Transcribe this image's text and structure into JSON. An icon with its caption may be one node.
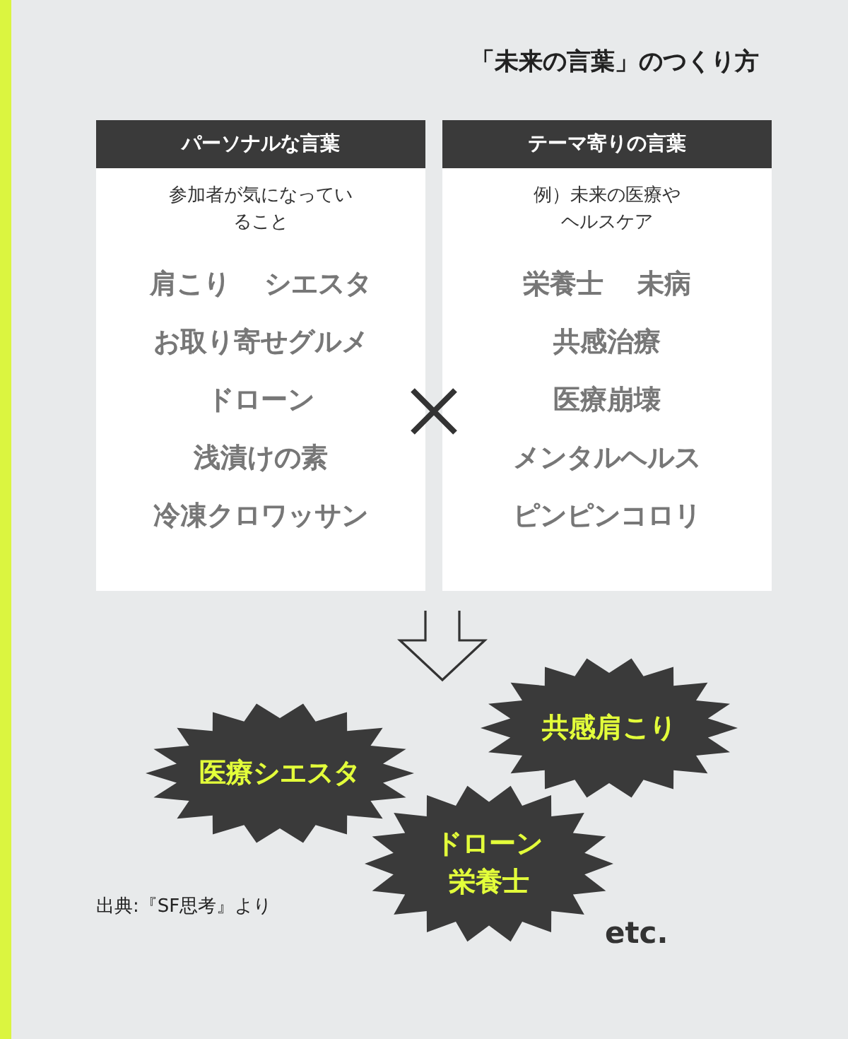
{
  "diagram": {
    "title": "「未来の言葉」のつくり方",
    "nodes": [
      {
        "text": [
          "パーソナルな言葉",
          "参加者が気になっていること",
          "肩こり",
          "シエスタ",
          "お取り寄せグルメ",
          "ドローン",
          "浅漬けの素",
          "冷凍クロワッサン"
        ]
      },
      {
        "text": [
          "テーマ寄りの言葉",
          "例）未来の医療やヘルスケア",
          "栄養士",
          "未病",
          "共感治療",
          "医療崩壊",
          "メンタルヘルス",
          "ピンピンコロリ"
        ]
      },
      {
        "text": [
          "共感肩こり"
        ]
      },
      {
        "text": [
          "医療シエスタ"
        ]
      },
      {
        "text": [
          "ドローン栄養士"
        ]
      }
    ],
    "edges": [],
    "labels": [
      "出典:『SF思考』より",
      "etc."
    ]
  }
}
